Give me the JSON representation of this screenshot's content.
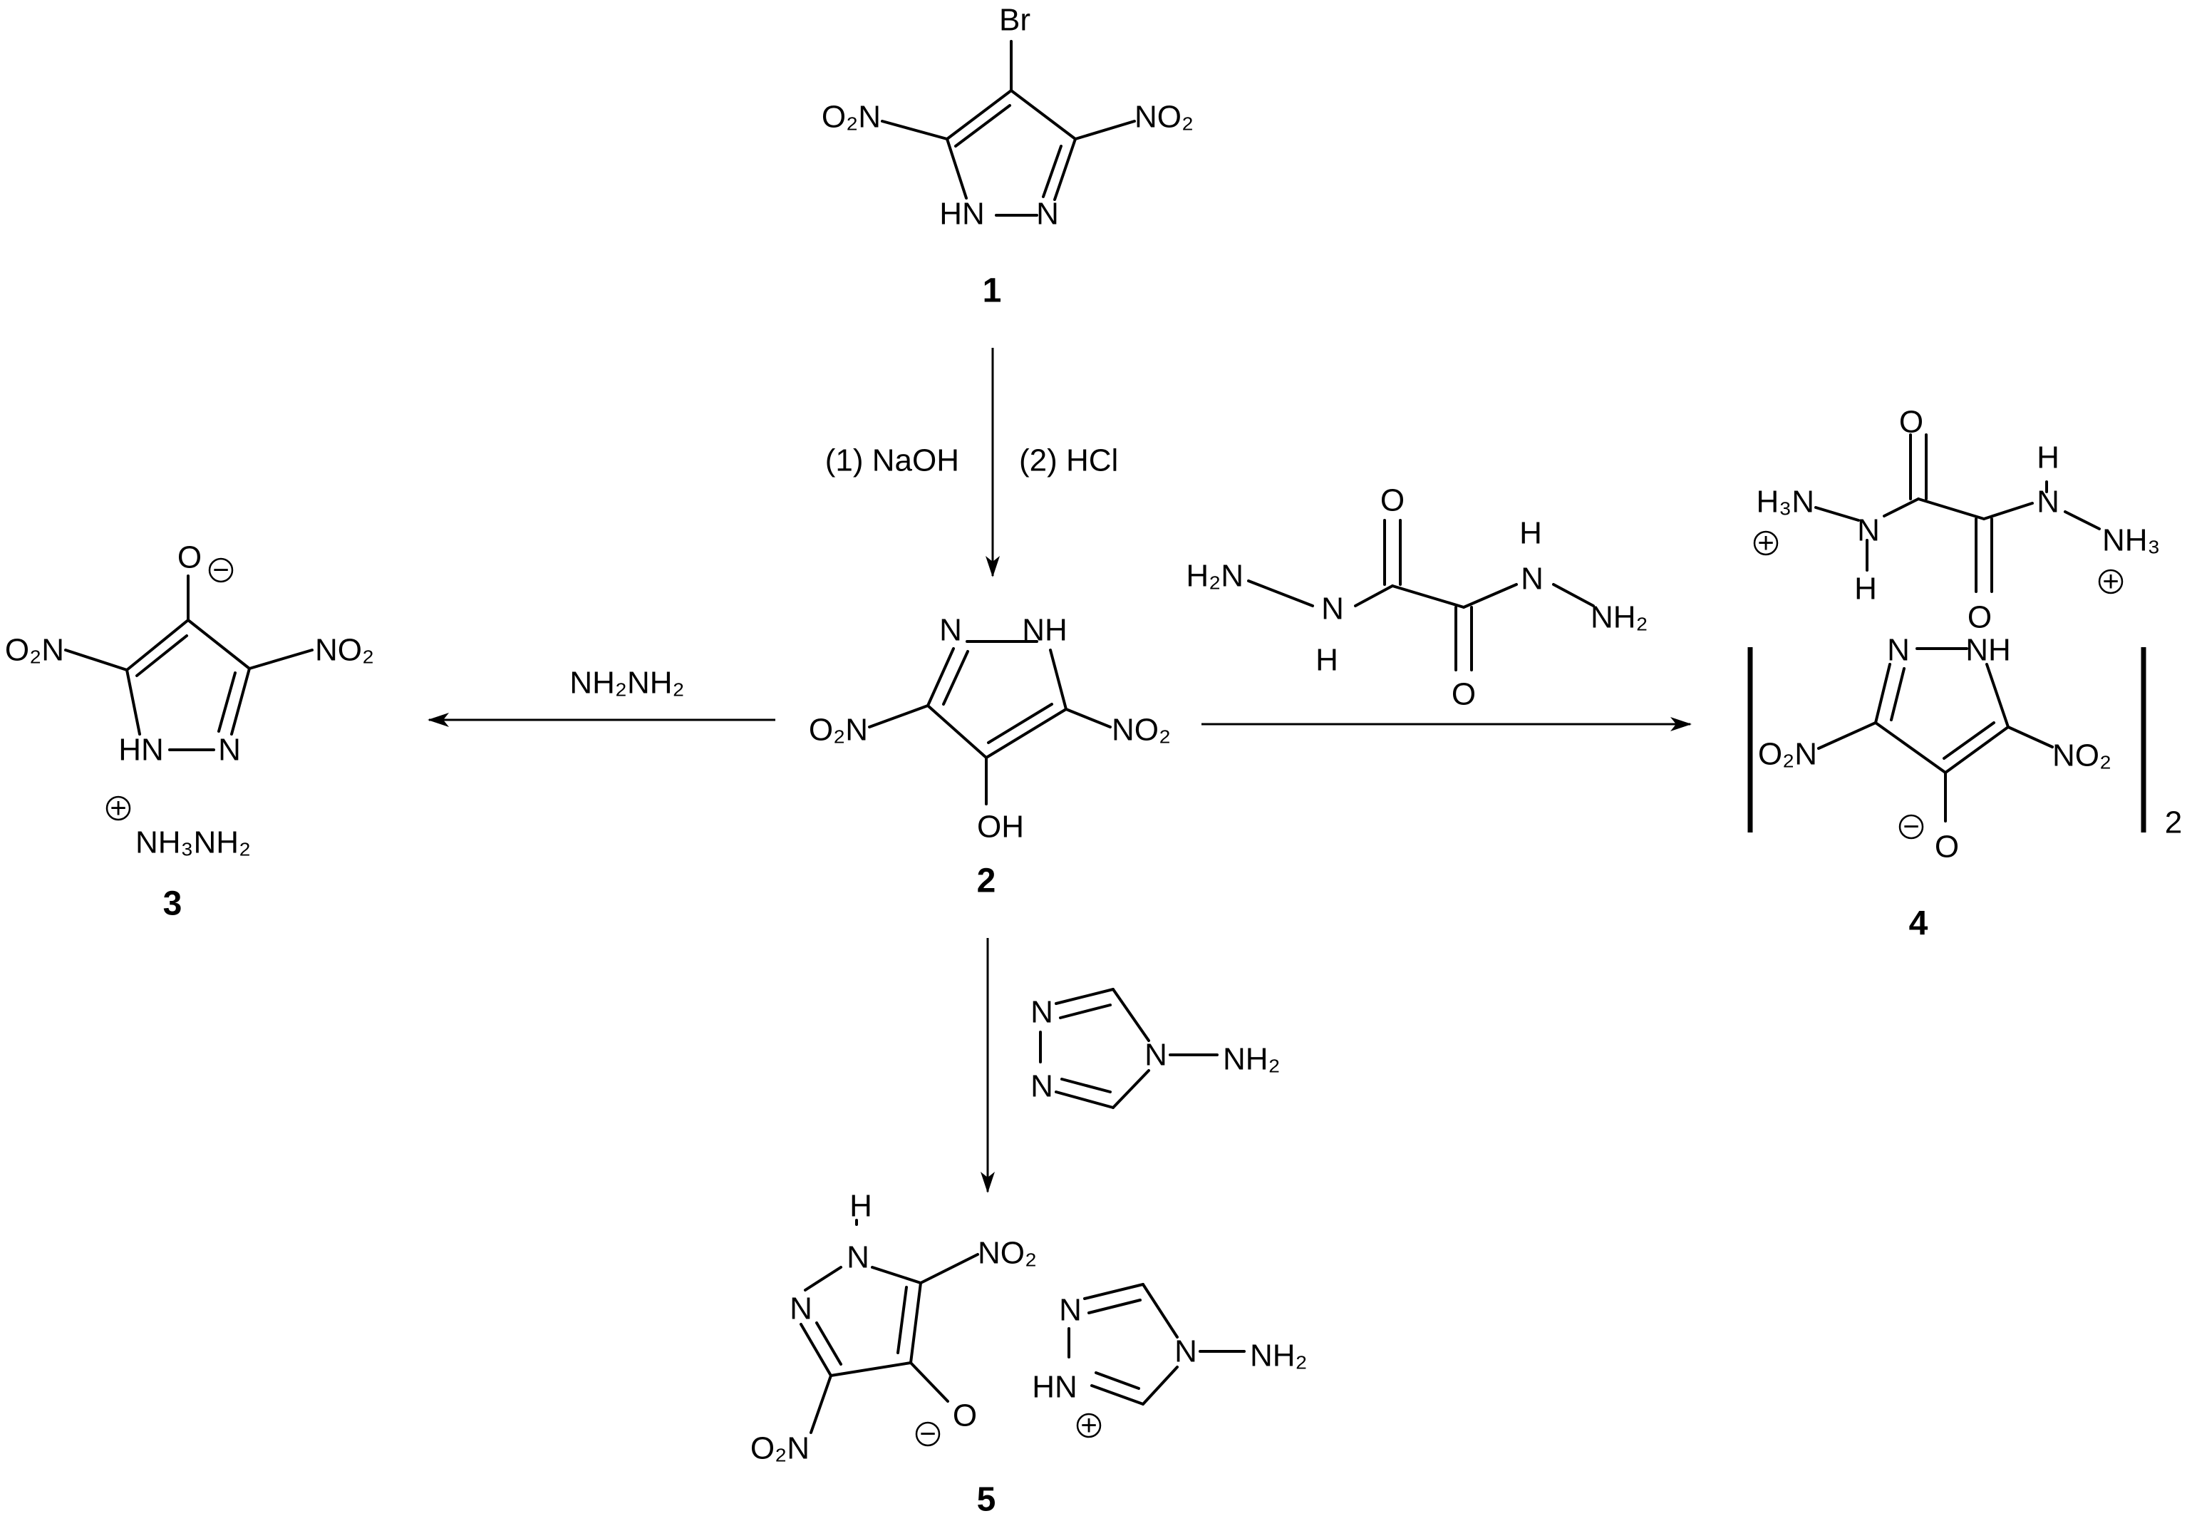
{
  "compounds": {
    "c1": {
      "number": "1",
      "br": "Br",
      "no2_left": "O₂N",
      "no2_right": "NO₂",
      "nh": "HN",
      "n": "N"
    },
    "c2": {
      "number": "2",
      "n": "N",
      "nh": "NH",
      "no2_left": "O₂N",
      "no2_right": "NO₂",
      "oh": "OH"
    },
    "c3": {
      "number": "3",
      "o": "O",
      "no2_left": "O₂N",
      "no2_right": "NO₂",
      "nh": "HN",
      "n": "N",
      "cation": "NH₃NH₂"
    },
    "c4": {
      "number": "4",
      "dication": {
        "h3n": "H₃N",
        "n_left": "N",
        "h_left": "H",
        "o_top": "O",
        "o_bottom": "O",
        "h_right": "H",
        "n_right": "N",
        "nh3": "NH₃"
      },
      "anion": {
        "n": "N",
        "nh": "NH",
        "no2_left": "O₂N",
        "no2_right": "NO₂",
        "o": "O"
      },
      "subscript": "2"
    },
    "c5": {
      "number": "5",
      "anion": {
        "h": "H",
        "n_top": "N",
        "n_left": "N",
        "no2_top": "NO₂",
        "no2_bottom": "O₂N",
        "o": "O"
      },
      "cation": {
        "n_top": "N",
        "hn": "HN",
        "n4": "N",
        "nh2": "NH₂"
      }
    }
  },
  "reagents": {
    "step1_left": "(1) NaOH",
    "step1_right": "(2) HCl",
    "hydrazine": "NH₂NH₂",
    "oxalyl": {
      "h2n": "H₂N",
      "n_left": "N",
      "h_left": "H",
      "o_top": "O",
      "o_bottom": "O",
      "h_right": "H",
      "n_right": "N",
      "nh2": "NH₂"
    },
    "triazole": {
      "n1": "N",
      "n2": "N",
      "n4": "N",
      "nh2": "NH₂"
    }
  },
  "charges": {
    "plus": "+",
    "minus": "−"
  }
}
